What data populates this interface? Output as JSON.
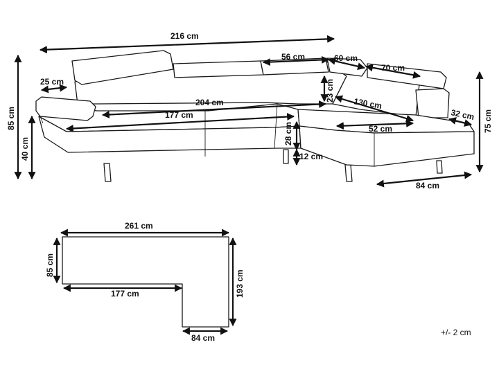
{
  "sofa_diagram": {
    "total_width": "216 cm",
    "seat_width_main": "204 cm",
    "seat_width_front": "177 cm",
    "headrest_width": "56 cm",
    "corner_top": "60 cm",
    "corner_headrest": "70 cm",
    "corner_seat_diag": "130 cm",
    "chaise_seat_width": "52 cm",
    "chaise_arm_depth": "32 cm",
    "chaise_depth": "84 cm",
    "armrest_width": "25 cm",
    "back_height": "23 cm",
    "seat_height": "28 cm",
    "leg_height": "12 cm",
    "total_height": "85 cm",
    "arm_height": "40 cm",
    "chaise_height": "75 cm"
  },
  "floor_plan": {
    "total_length": "261 cm",
    "depth": "85 cm",
    "inner_length": "177 cm",
    "chaise_length": "193 cm",
    "chaise_width": "84 cm"
  },
  "tolerance": "+/- 2 cm"
}
